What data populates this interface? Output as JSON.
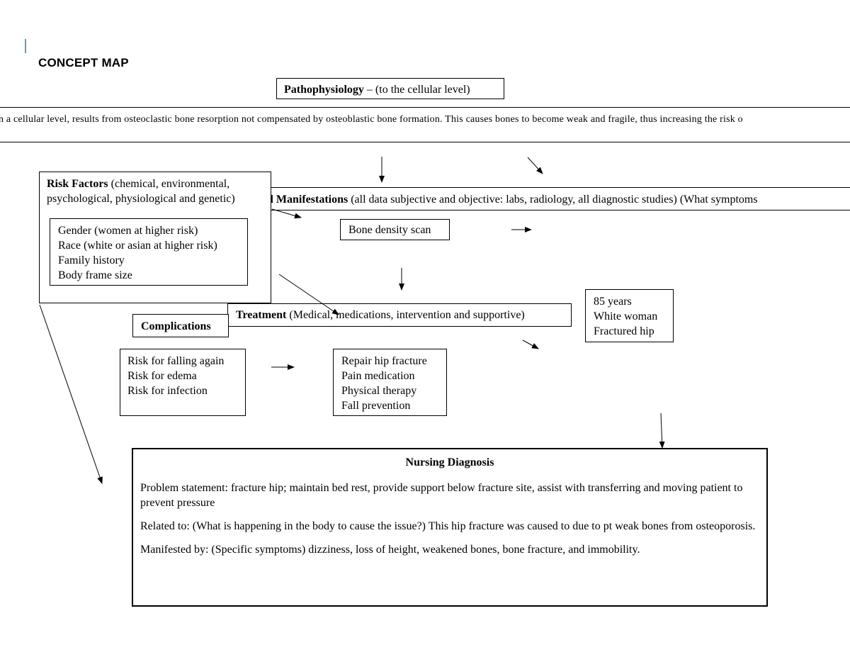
{
  "page": {
    "heading": "CONCEPT MAP"
  },
  "pathophysiology": {
    "label": "Pathophysiology",
    "suffix": " – (to the cellular level)",
    "banner_text": "n a cellular level, results from osteoclastic bone resorption not compensated by osteoblastic bone formation. This causes bones to become weak and fragile, thus increasing the risk o"
  },
  "clinical_manifestations": {
    "label": "nical Manifestations",
    "suffix": " (all data subjective and objective: labs, radiology, all diagnostic studies)  (What symptoms",
    "test": "Bone density scan"
  },
  "risk_factors": {
    "label": "Risk Factors",
    "suffix_line1": " (chemical, environmental,",
    "line2": "psychological, physiological and genetic)",
    "items": [
      "Gender (women at higher risk)",
      "Race (white or asian at higher risk)",
      "Family history",
      "Body frame size"
    ]
  },
  "treatment": {
    "label": "Treatment",
    "suffix": " (Medical, medications, intervention and supportive)",
    "items": [
      "Repair hip fracture",
      "Pain medication",
      "Physical therapy",
      "Fall prevention"
    ]
  },
  "complications": {
    "label": "Complications",
    "items": [
      "Risk for falling again",
      "Risk for edema",
      "Risk for infection"
    ]
  },
  "patient": {
    "items": [
      "85 years",
      "White woman",
      "Fractured hip"
    ]
  },
  "nursing_diagnosis": {
    "title": "Nursing Diagnosis",
    "problem": "Problem statement: fracture hip; maintain bed rest, provide support below fracture site, assist with transferring and moving patient to prevent pressure",
    "related": "Related to: (What is happening in the body to cause the issue?) This hip fracture was caused to due to pt weak bones from osteoporosis.",
    "manifested": "Manifested by: (Specific symptoms) dizziness, loss of height, weakened bones, bone fracture, and immobility."
  }
}
